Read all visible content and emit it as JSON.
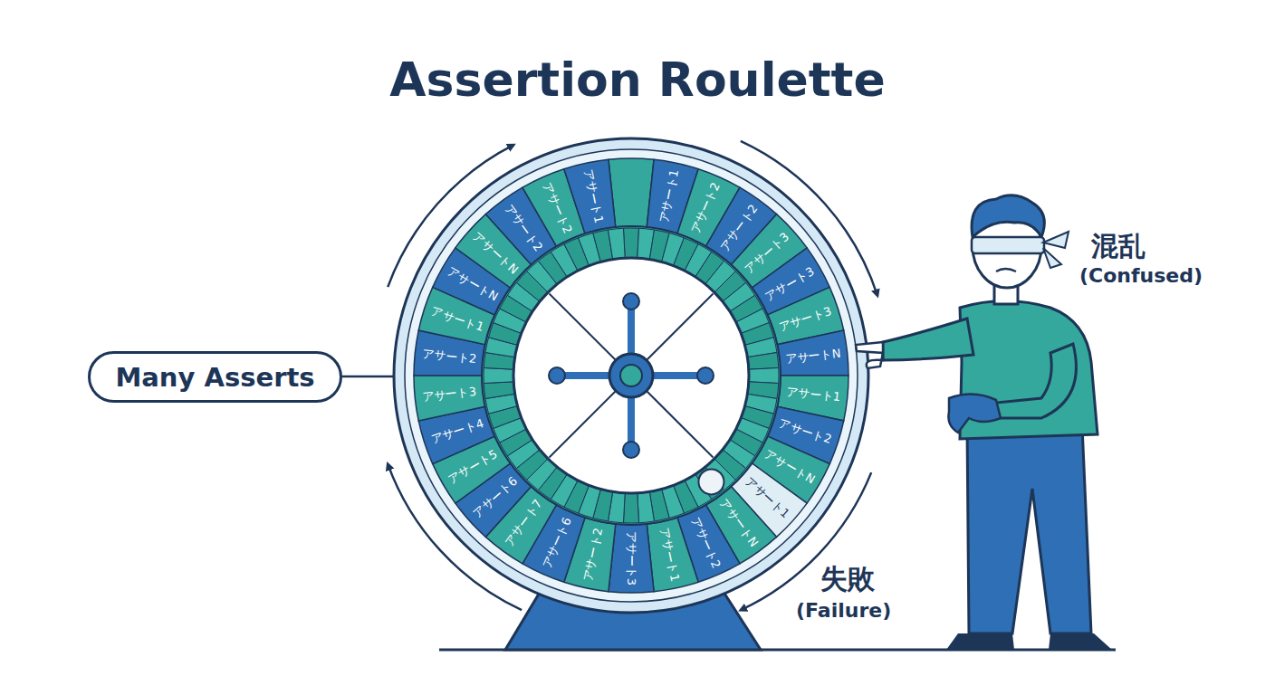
{
  "diagram": {
    "title": "Assertion Roulette",
    "nodes": [
      {
        "text": [
          "Many Asserts"
        ]
      }
    ],
    "labels": [
      "混乱",
      "(Confused)",
      "失敗",
      "(Failure)",
      "アサート1",
      "アサート2",
      "アサート2",
      "アサート3",
      "アサート3",
      "アサート3",
      "アサートN",
      "アサート1",
      "アサート2",
      "アサートN",
      "アサート1",
      "アサートN",
      "アサート2",
      "アサート1",
      "アサート3",
      "アサート2",
      "アサート6",
      "アサート7",
      "アサート6",
      "アサート5",
      "アサート4",
      "アサート3",
      "アサート2",
      "アサート1",
      "アサートN",
      "アサートN",
      "アサート2",
      "アサート2",
      "アサート1"
    ]
  }
}
